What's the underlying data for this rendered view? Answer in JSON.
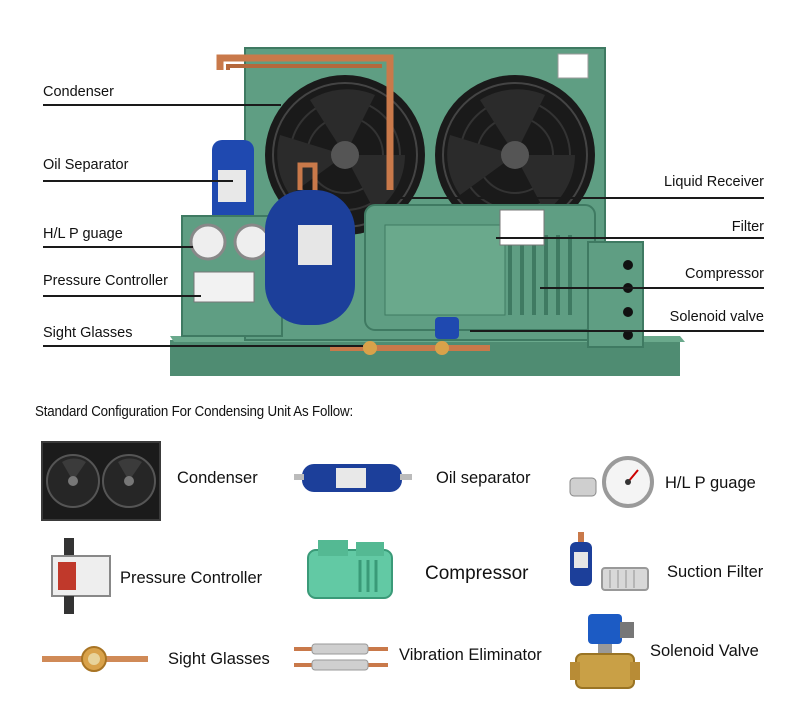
{
  "diagram_labels": {
    "condenser": "Condenser",
    "oil_separator": "Oil Separator",
    "hl_gauge": "H/L P guage",
    "pressure_controller": "Pressure Controller",
    "sight_glasses": "Sight Glasses",
    "liquid_receiver": "Liquid Receiver",
    "filter": "Filter",
    "compressor": "Compressor",
    "solenoid_valve": "Solenoid valve"
  },
  "section_title": "Standard Configuration For Condensing Unit As Follow:",
  "components": [
    {
      "label": "Condenser"
    },
    {
      "label": "Oil separator"
    },
    {
      "label": "H/L P guage"
    },
    {
      "label": "Pressure Controller"
    },
    {
      "label": "Compressor"
    },
    {
      "label": "Suction Filter"
    },
    {
      "label": "Sight Glasses"
    },
    {
      "label": "Vibration Eliminator"
    },
    {
      "label": "Solenoid Valve"
    }
  ],
  "colors": {
    "unit_green": "#5f9e83",
    "unit_green_dark": "#3f7a62",
    "copper": "#c9794a",
    "receiver_blue": "#1c3f9a",
    "fan_black": "#161616"
  }
}
